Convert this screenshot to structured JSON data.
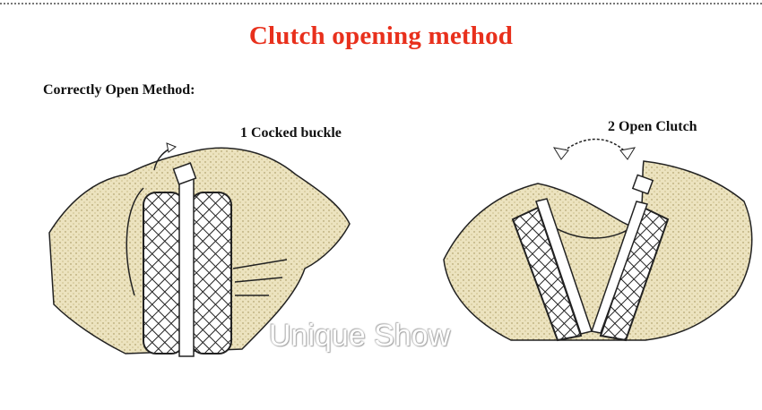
{
  "title": "Clutch opening method",
  "subtitle": "Correctly Open Method:",
  "steps": [
    {
      "label": "1 Cocked buckle"
    },
    {
      "label": "2 Open Clutch"
    }
  ],
  "watermark": "Unique Show",
  "colors": {
    "title": "#e8301c",
    "hand_fill": "#e9dfb8"
  }
}
